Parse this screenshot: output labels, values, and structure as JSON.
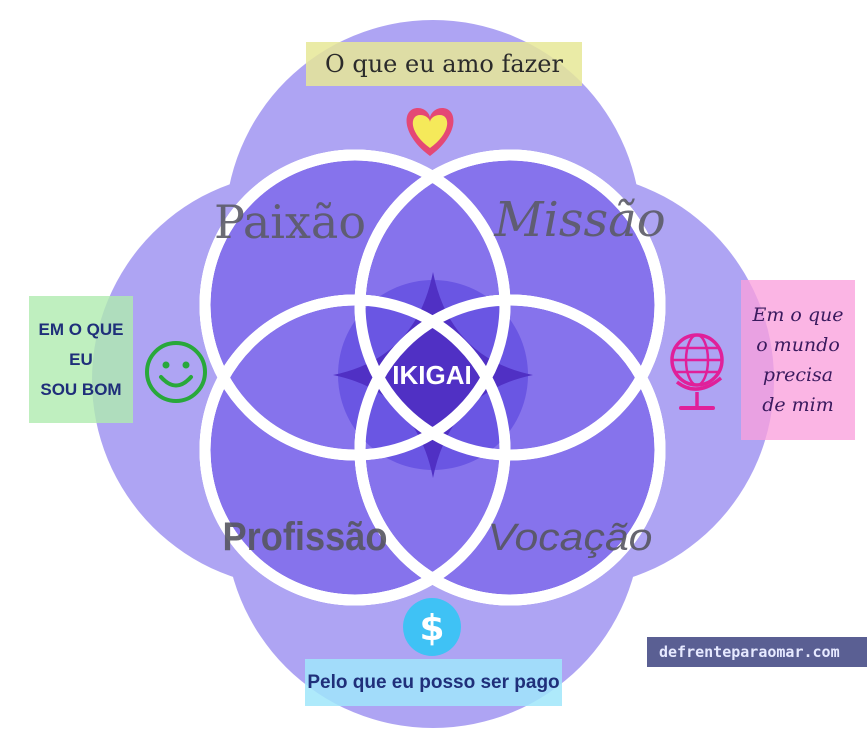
{
  "diagram": {
    "center_label": "IKIGAI",
    "regions": {
      "passion": "Paixão",
      "mission": "Missão",
      "profession": "Profissão",
      "vocation": "Vocação"
    },
    "labels": {
      "top": "O que eu amo fazer",
      "left": "EM O QUE\nEU\nSOU BOM",
      "right": "Em o que\no mundo\nprecisa\nde mim",
      "bottom": "Pelo que eu posso ser pago"
    },
    "icons": {
      "top": "heart-icon",
      "left": "smiley-icon",
      "right": "globe-icon",
      "bottom": "dollar-icon"
    },
    "colors": {
      "outer_circle": "#aea4f3",
      "lens": "#8673ec",
      "center": "#6a56e3",
      "star": "#5030c4",
      "stroke": "#ffffff"
    }
  },
  "watermark": "defrenteparaomar.com"
}
